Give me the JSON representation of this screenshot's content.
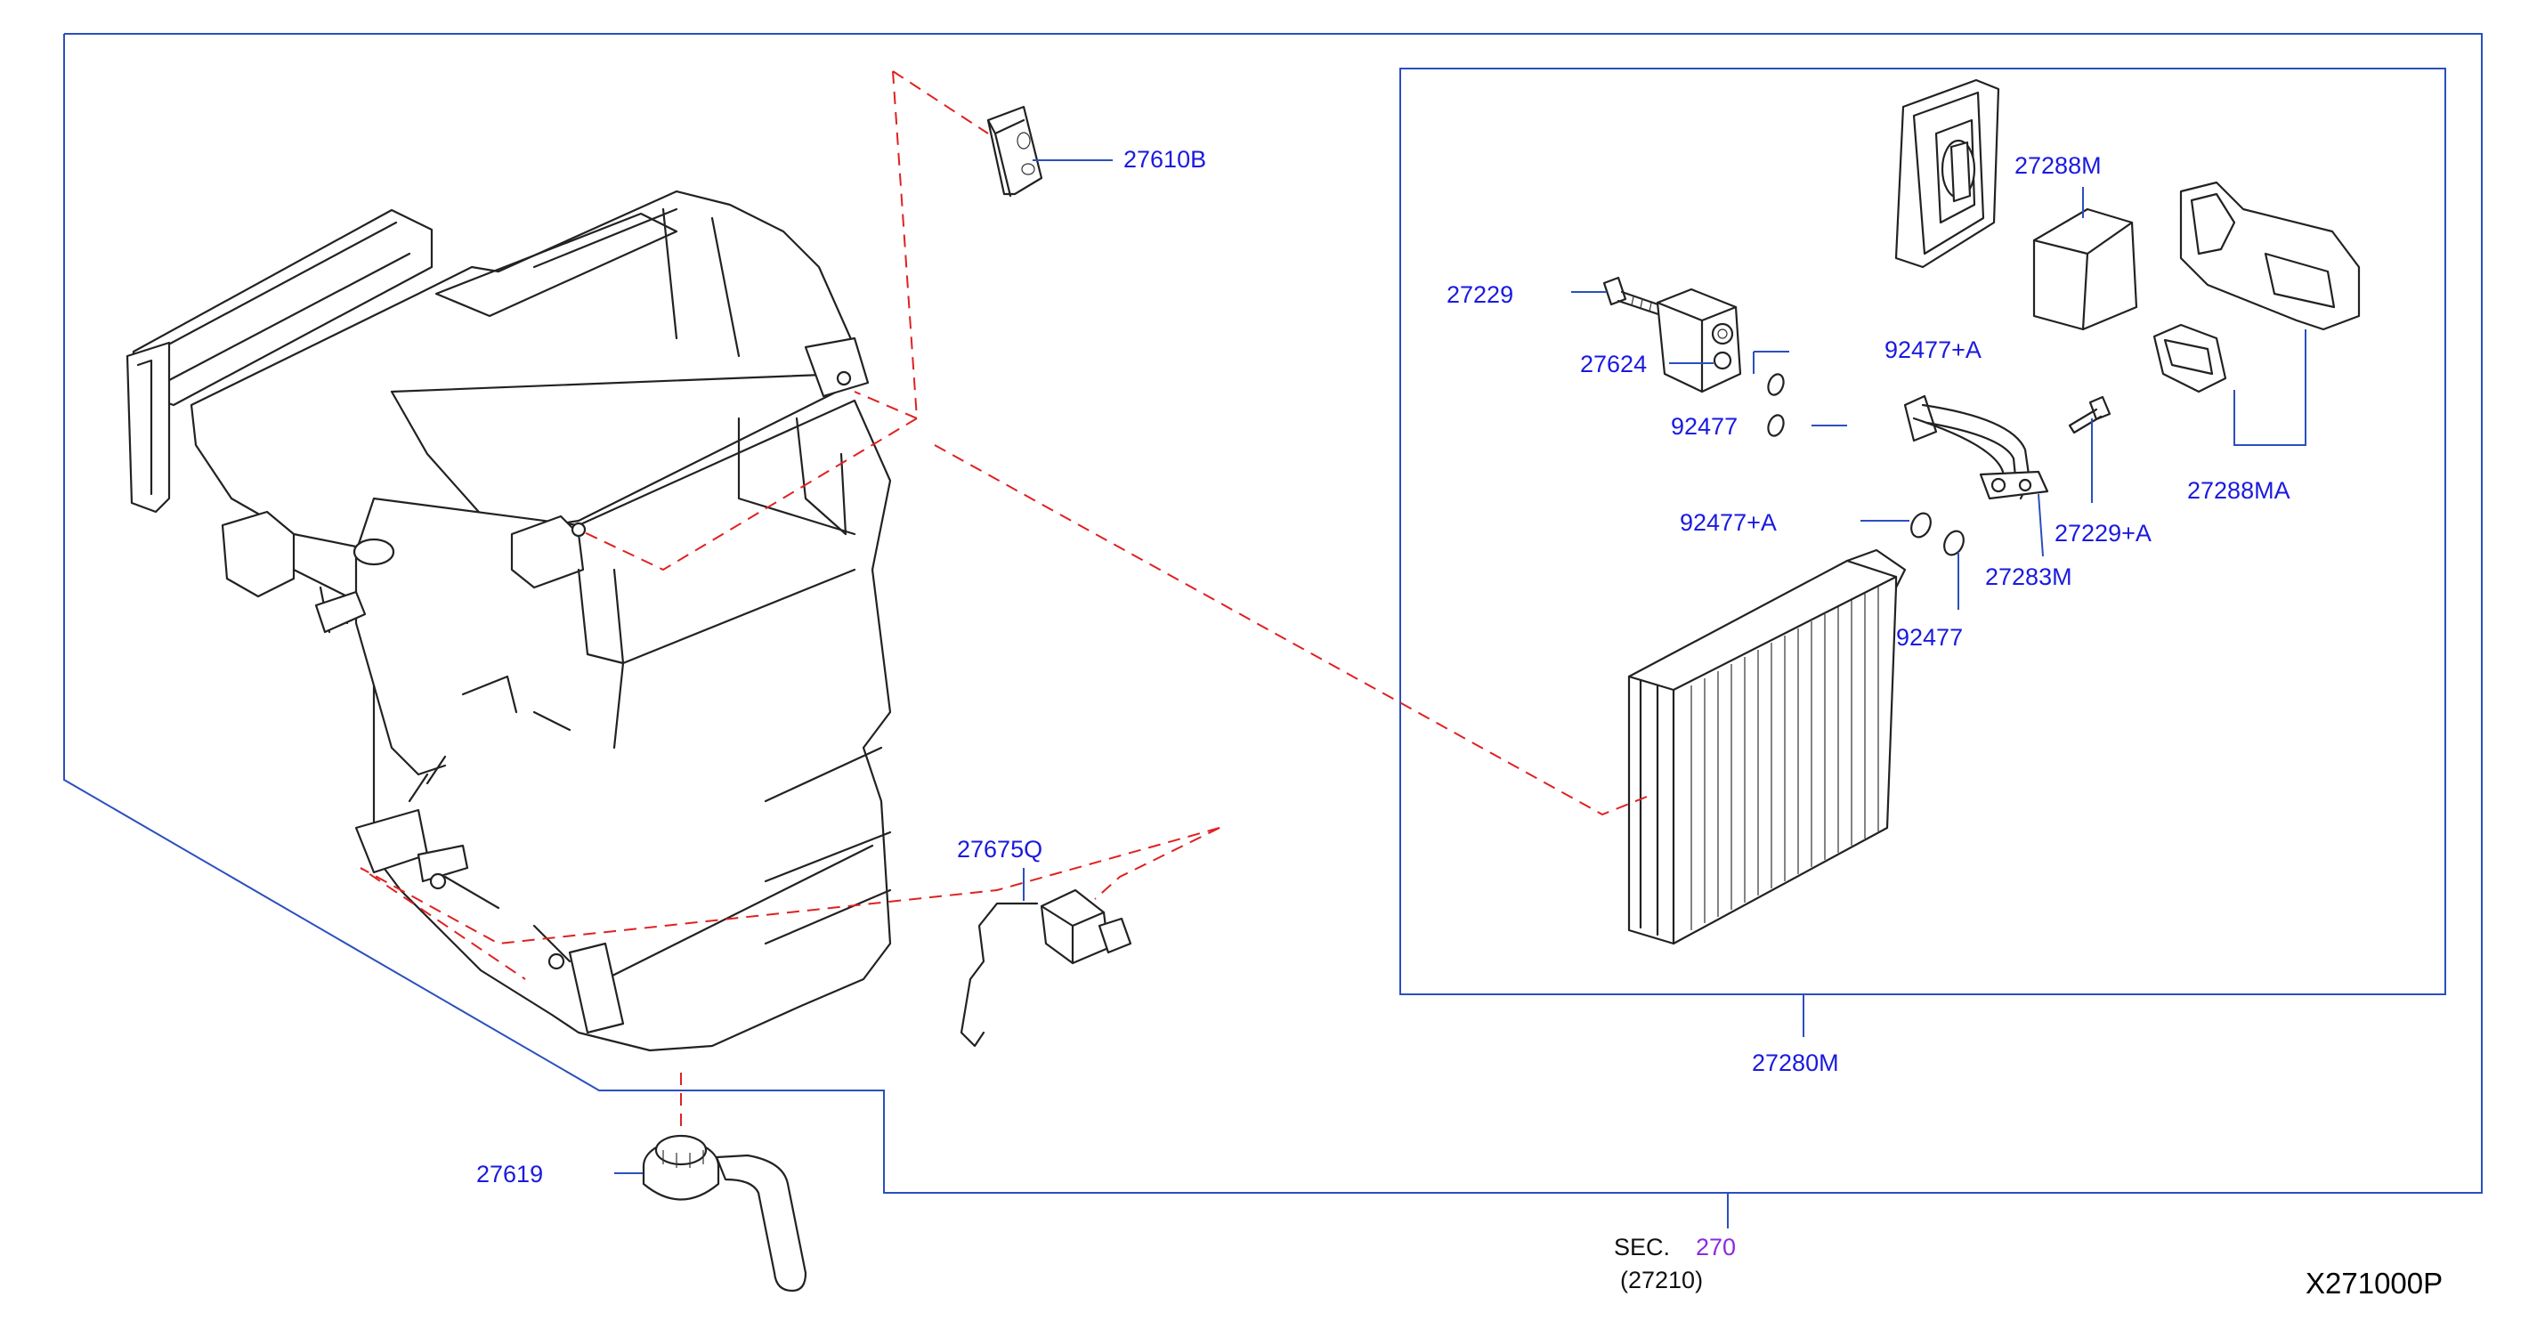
{
  "diagram": {
    "code": "X271000P",
    "sec_ref": {
      "prefix": "SEC.",
      "number": "270",
      "sub": "(27210)"
    },
    "parts": [
      {
        "id": "p27610B",
        "label": "27610B"
      },
      {
        "id": "p27229",
        "label": "27229"
      },
      {
        "id": "p27624",
        "label": "27624"
      },
      {
        "id": "p92477A_top",
        "label": "92477+A"
      },
      {
        "id": "p92477_top",
        "label": "92477"
      },
      {
        "id": "p27288M",
        "label": "27288M"
      },
      {
        "id": "p27288MA",
        "label": "27288MA"
      },
      {
        "id": "p27229A",
        "label": "27229+A"
      },
      {
        "id": "p92477A_mid",
        "label": "92477+A"
      },
      {
        "id": "p27283M",
        "label": "27283M"
      },
      {
        "id": "p92477_mid",
        "label": "92477"
      },
      {
        "id": "p27675Q",
        "label": "27675Q"
      },
      {
        "id": "p27280M",
        "label": "27280M"
      },
      {
        "id": "p27619",
        "label": "27619"
      }
    ]
  },
  "colors": {
    "part_number": "#1a1ae0",
    "leader_line": "#2a4fbf",
    "dashed_link": "#e02020",
    "sec_number": "#8a2be2"
  }
}
